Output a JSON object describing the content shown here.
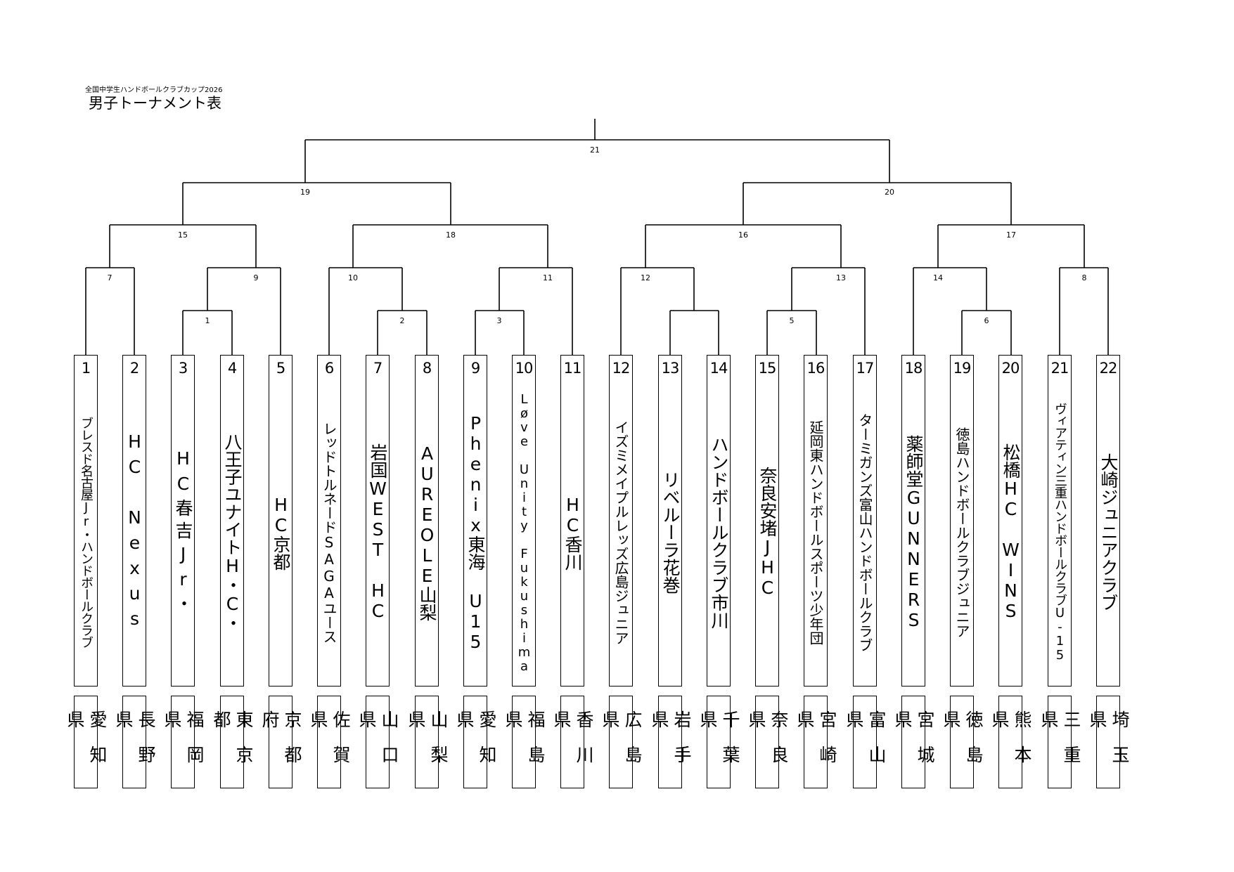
{
  "header": {
    "subtitle": "全国中学生ハンドボールクラブカップ2026",
    "title": "男子トーナメント表"
  },
  "teams": [
    {
      "seed": "1",
      "name": "ブレスド名古屋Jr・ハンドボールクラブ",
      "prefecture": "愛知県"
    },
    {
      "seed": "2",
      "name": "HC Nexus",
      "prefecture": "長野県"
    },
    {
      "seed": "3",
      "name": "HC春吉Jr・",
      "prefecture": "福岡県"
    },
    {
      "seed": "4",
      "name": "八王子ユナイトH・C・",
      "prefecture": "東京都"
    },
    {
      "seed": "5",
      "name": "HC京都",
      "prefecture": "京都府"
    },
    {
      "seed": "6",
      "name": "レッドトルネードSAGAユース",
      "prefecture": "佐賀県"
    },
    {
      "seed": "7",
      "name": "岩国WEST HC",
      "prefecture": "山口県"
    },
    {
      "seed": "8",
      "name": "AUREOLE山梨",
      "prefecture": "山梨県"
    },
    {
      "seed": "9",
      "name": "Phenix東海 U15",
      "prefecture": "愛知県"
    },
    {
      "seed": "10",
      "name": "Løve Unity Fukushima",
      "prefecture": "福島県"
    },
    {
      "seed": "11",
      "name": "HC香川",
      "prefecture": "香川県"
    },
    {
      "seed": "12",
      "name": "イズミメイプルレッズ広島ジュニア",
      "prefecture": "広島県"
    },
    {
      "seed": "13",
      "name": "リベルーラ花巻",
      "prefecture": "岩手県"
    },
    {
      "seed": "14",
      "name": "ハンドボールクラブ市川",
      "prefecture": "千葉県"
    },
    {
      "seed": "15",
      "name": "奈良安堵JHC",
      "prefecture": "奈良県"
    },
    {
      "seed": "16",
      "name": "延岡東ハンドボールスポーツ少年団",
      "prefecture": "宮崎県"
    },
    {
      "seed": "17",
      "name": "ターミガンズ富山ハンドボールクラブ",
      "prefecture": "富山県"
    },
    {
      "seed": "18",
      "name": "薬師堂GUNNERS",
      "prefecture": "宮城県"
    },
    {
      "seed": "19",
      "name": "徳島ハンドボールクラブジュニア",
      "prefecture": "徳島県"
    },
    {
      "seed": "20",
      "name": "松橋HC WINS",
      "prefecture": "熊本県"
    },
    {
      "seed": "21",
      "name": "ヴィアティン三重ハンドボールクラブU-15",
      "prefecture": "三重県"
    },
    {
      "seed": "22",
      "name": "大崎ジュニアクラブ",
      "prefecture": "埼玉県"
    }
  ],
  "matches": [
    "1",
    "2",
    "3",
    "4",
    "5",
    "6",
    "7",
    "8",
    "9",
    "10",
    "11",
    "12",
    "13",
    "14",
    "15",
    "16",
    "17",
    "18",
    "19",
    "20",
    "21"
  ]
}
